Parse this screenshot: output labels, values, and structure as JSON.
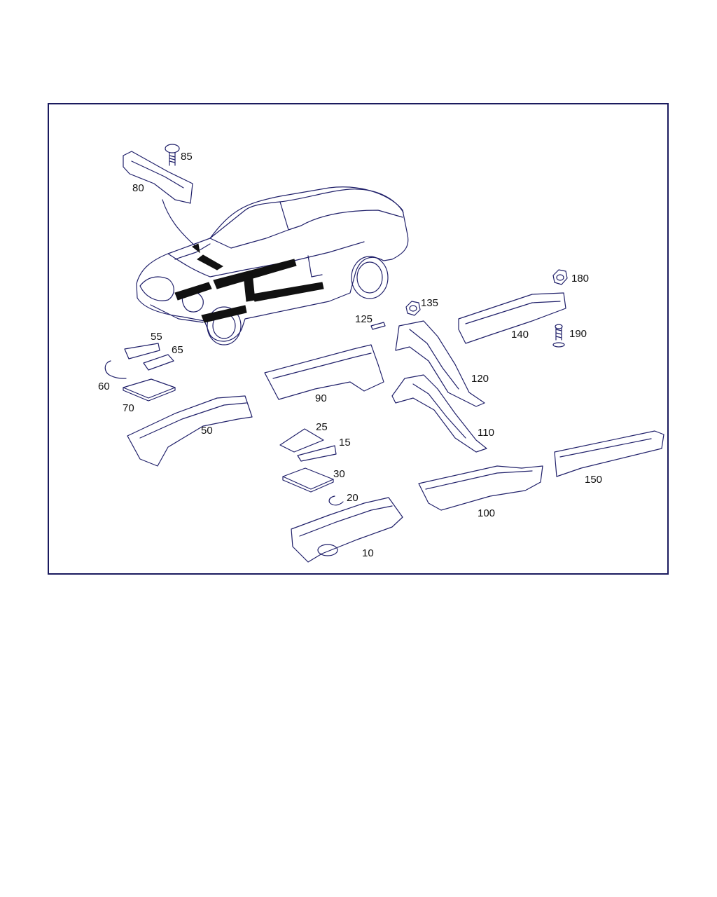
{
  "diagram": {
    "colors": {
      "line": "#20206a",
      "border": "#1a1a5e",
      "highlight": "#111111",
      "text": "#111111"
    },
    "callouts": [
      "85",
      "80",
      "180",
      "135",
      "125",
      "140",
      "190",
      "55",
      "65",
      "60",
      "120",
      "70",
      "90",
      "50",
      "110",
      "25",
      "15",
      "30",
      "150",
      "20",
      "100",
      "10"
    ]
  }
}
